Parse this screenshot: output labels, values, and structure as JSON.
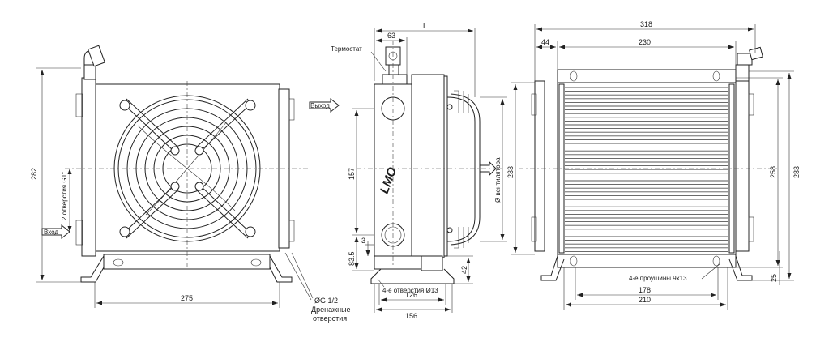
{
  "front_view": {
    "dim_height": "282",
    "dim_width": "275",
    "label_inlet": "Вход",
    "label_outlet": "Выход",
    "label_ports": "2 отверстия G1\"",
    "label_drain_size": "ØG 1/2",
    "label_drain_line1": "Дренажные",
    "label_drain_line2": "отверстия"
  },
  "side_view": {
    "label_thermostat": "Термостат",
    "dim_63": "63",
    "dim_L": "L",
    "dim_157": "157",
    "dim_3": "3",
    "dim_83_5": "83.5",
    "dim_42": "42",
    "label_holes": "4-е отверстия Ø13",
    "dim_126": "126",
    "dim_156": "156",
    "label_fan_diameter": "Ø вентилятора",
    "logo_text": "LMO"
  },
  "rear_view": {
    "dim_318": "318",
    "dim_44": "44",
    "dim_230": "230",
    "dim_233": "233",
    "dim_258": "258",
    "dim_283": "283",
    "dim_25": "25",
    "label_slots": "4-е проушины  9x13",
    "dim_178": "178",
    "dim_210": "210"
  }
}
